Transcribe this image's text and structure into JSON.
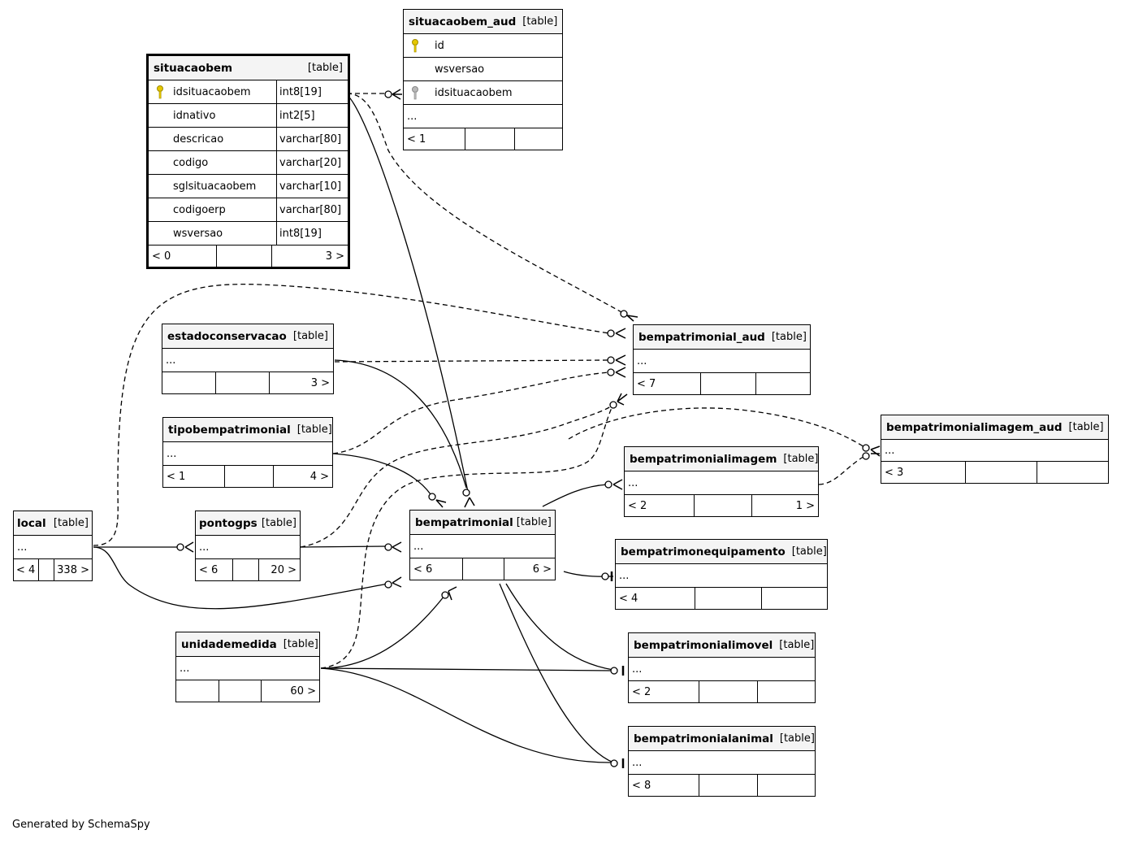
{
  "credit": "Generated by SchemaSpy",
  "type_label": "[table]",
  "tables": {
    "situacaobem": {
      "name": "situacaobem",
      "columns": [
        {
          "name": "idsituacaobem",
          "type": "int8[19]",
          "key": "primary"
        },
        {
          "name": "idnativo",
          "type": "int2[5]"
        },
        {
          "name": "descricao",
          "type": "varchar[80]"
        },
        {
          "name": "codigo",
          "type": "varchar[20]"
        },
        {
          "name": "sglsituacaobem",
          "type": "varchar[10]"
        },
        {
          "name": "codigoerp",
          "type": "varchar[80]"
        },
        {
          "name": "wsversao",
          "type": "int8[19]"
        }
      ],
      "footer": [
        "< 0",
        "",
        "3 >"
      ]
    },
    "situacaobem_aud": {
      "name": "situacaobem_aud",
      "columns": [
        {
          "name": "id",
          "key": "primary"
        },
        {
          "name": "wsversao"
        },
        {
          "name": "idsituacaobem",
          "key": "foreign"
        }
      ],
      "ellipsis": "...",
      "footer": [
        "< 1",
        "",
        ""
      ]
    },
    "estadoconservacao": {
      "name": "estadoconservacao",
      "ellipsis": "...",
      "footer": [
        "",
        "",
        "3 >"
      ]
    },
    "tipobempatrimonial": {
      "name": "tipobempatrimonial",
      "ellipsis": "...",
      "footer": [
        "< 1",
        "",
        "4 >"
      ]
    },
    "local": {
      "name": "local",
      "ellipsis": "...",
      "footer": [
        "< 4",
        "",
        "338 >"
      ]
    },
    "pontogps": {
      "name": "pontogps",
      "ellipsis": "...",
      "footer": [
        "< 6",
        "",
        "20 >"
      ]
    },
    "bempatrimonial": {
      "name": "bempatrimonial",
      "ellipsis": "...",
      "footer": [
        "< 6",
        "",
        "6 >"
      ]
    },
    "bempatrimonial_aud": {
      "name": "bempatrimonial_aud",
      "ellipsis": "...",
      "footer": [
        "< 7",
        "",
        ""
      ]
    },
    "bempatrimonialimagem_aud": {
      "name": "bempatrimonialimagem_aud",
      "ellipsis": "...",
      "footer": [
        "< 3",
        "",
        ""
      ]
    },
    "bempatrimonialimagem": {
      "name": "bempatrimonialimagem",
      "ellipsis": "...",
      "footer": [
        "< 2",
        "",
        "1 >"
      ]
    },
    "bempatrimonequipamento": {
      "name": "bempatrimonequipamento",
      "ellipsis": "...",
      "footer": [
        "< 4",
        "",
        ""
      ]
    },
    "unidademedida": {
      "name": "unidademedida",
      "ellipsis": "...",
      "footer": [
        "",
        "",
        "60 >"
      ]
    },
    "bempatrimonialimovel": {
      "name": "bempatrimonialimovel",
      "ellipsis": "...",
      "footer": [
        "< 2",
        "",
        ""
      ]
    },
    "bempatrimonialanimal": {
      "name": "bempatrimonialanimal",
      "ellipsis": "...",
      "footer": [
        "< 8",
        "",
        ""
      ]
    }
  },
  "colors": {
    "primary_key": "#e6c800",
    "foreign_key": "#b8b8b8",
    "header_bg": "#f4f4f4"
  }
}
